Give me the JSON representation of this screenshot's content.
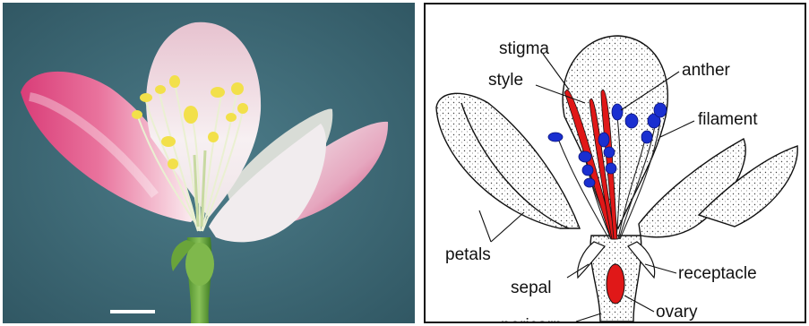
{
  "photo": {
    "scale_bar": true
  },
  "diagram": {
    "labels": {
      "stigma": "stigma",
      "style": "style",
      "anther": "anther",
      "filament": "filament",
      "petals": "petals",
      "sepal": "sepal",
      "receptacle": "receptacle",
      "ovary": "ovary",
      "pericarp": "pericarp"
    }
  },
  "colors": {
    "background": "#3f6b78",
    "pistil_red": "#e01818",
    "anther_blue": "#1a2fd0",
    "petal_pink": "#e05a8c",
    "pollen_yellow": "#f2e04a"
  }
}
